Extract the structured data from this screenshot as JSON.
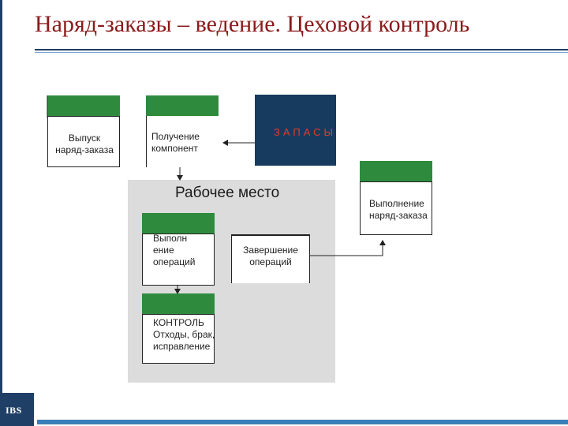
{
  "slide": {
    "title": "Наряд-заказы – ведение. Цеховой контроль",
    "logo": "IBS"
  },
  "diagram": {
    "workspace_label": "Рабочее место",
    "stock_label": "ЗАПАСЫ",
    "boxes": {
      "issue": "Выпуск\nнаряд-заказа",
      "receive": "Получение\nкомпонент",
      "execute_order": "Выполнение\nнаряд-заказа",
      "execute_ops": "Выполн\nение\nопераций",
      "complete_ops": "Завершение\nопераций",
      "control": "КОНТРОЛЬ\nОтходы, брак,\nисправление"
    }
  },
  "colors": {
    "title": "#8b1a1a",
    "card_header": "#2e8b3e",
    "stock_fill": "#173b5e",
    "stock_text": "#e33b2b",
    "workspace": "#dcdcdc",
    "brand": "#1f3f66"
  }
}
